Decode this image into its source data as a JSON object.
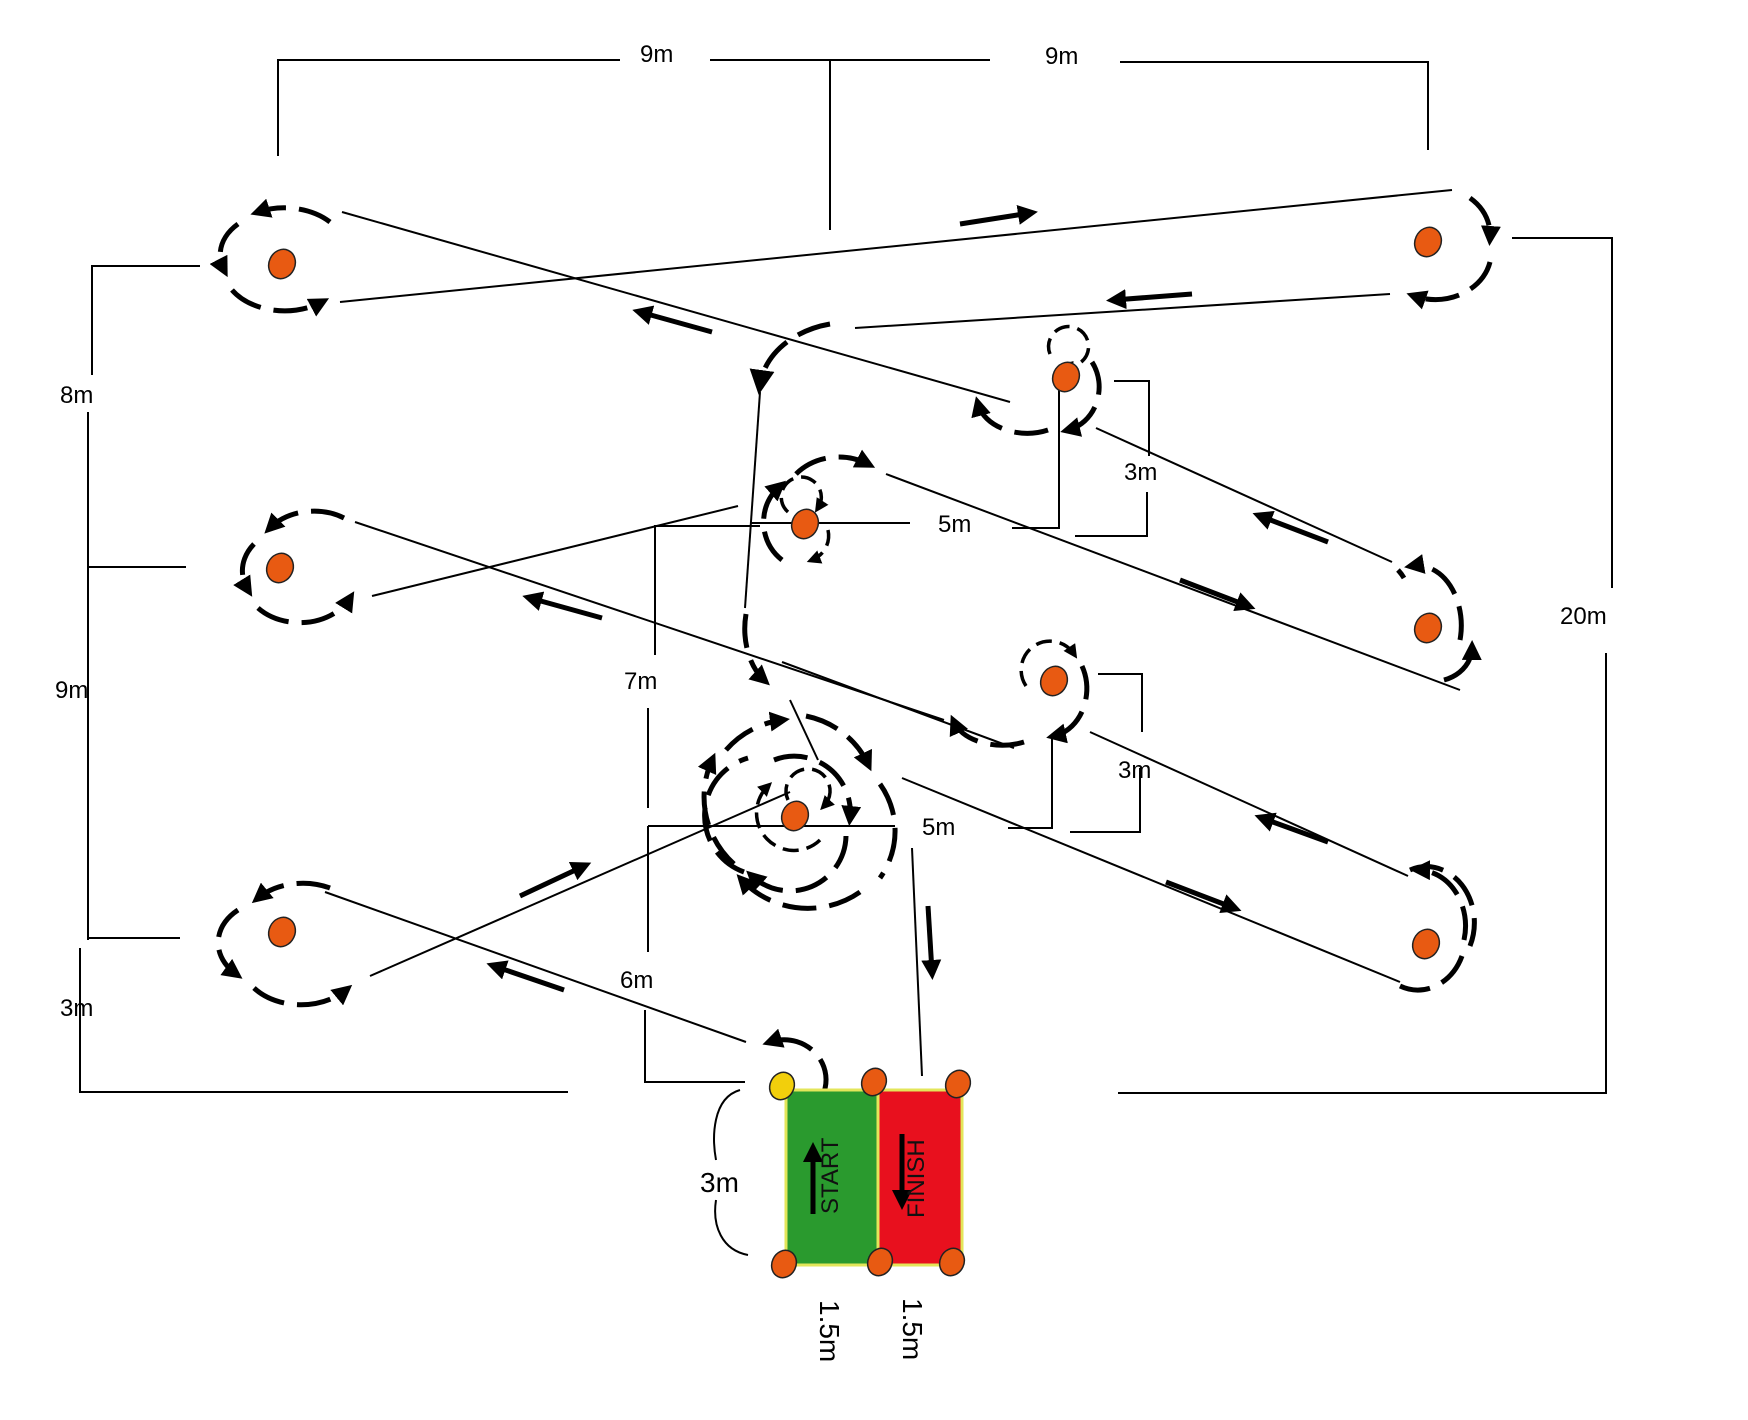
{
  "labels": {
    "top_left_9m": "9m",
    "top_right_9m": "9m",
    "left_8m": "8m",
    "left_9m": "9m",
    "left_3m": "3m",
    "right_20m": "20m",
    "upper_3m": "3m",
    "upper_5m": "5m",
    "center_7m": "7m",
    "lower_3m": "3m",
    "lower_5m": "5m",
    "bottom_6m": "6m",
    "start_height_3m": "3m",
    "start_width_15m": "1.5m",
    "finish_width_15m": "1.5m"
  },
  "zones": {
    "start": {
      "label": "START",
      "color": "#2a9a2e"
    },
    "finish": {
      "label": "FINISH",
      "color": "#e8101e"
    }
  },
  "colors": {
    "cone": "#e85a12",
    "start_cone": "#f2cf0c",
    "zone_border": "#e3e65a",
    "ink": "#000000"
  }
}
